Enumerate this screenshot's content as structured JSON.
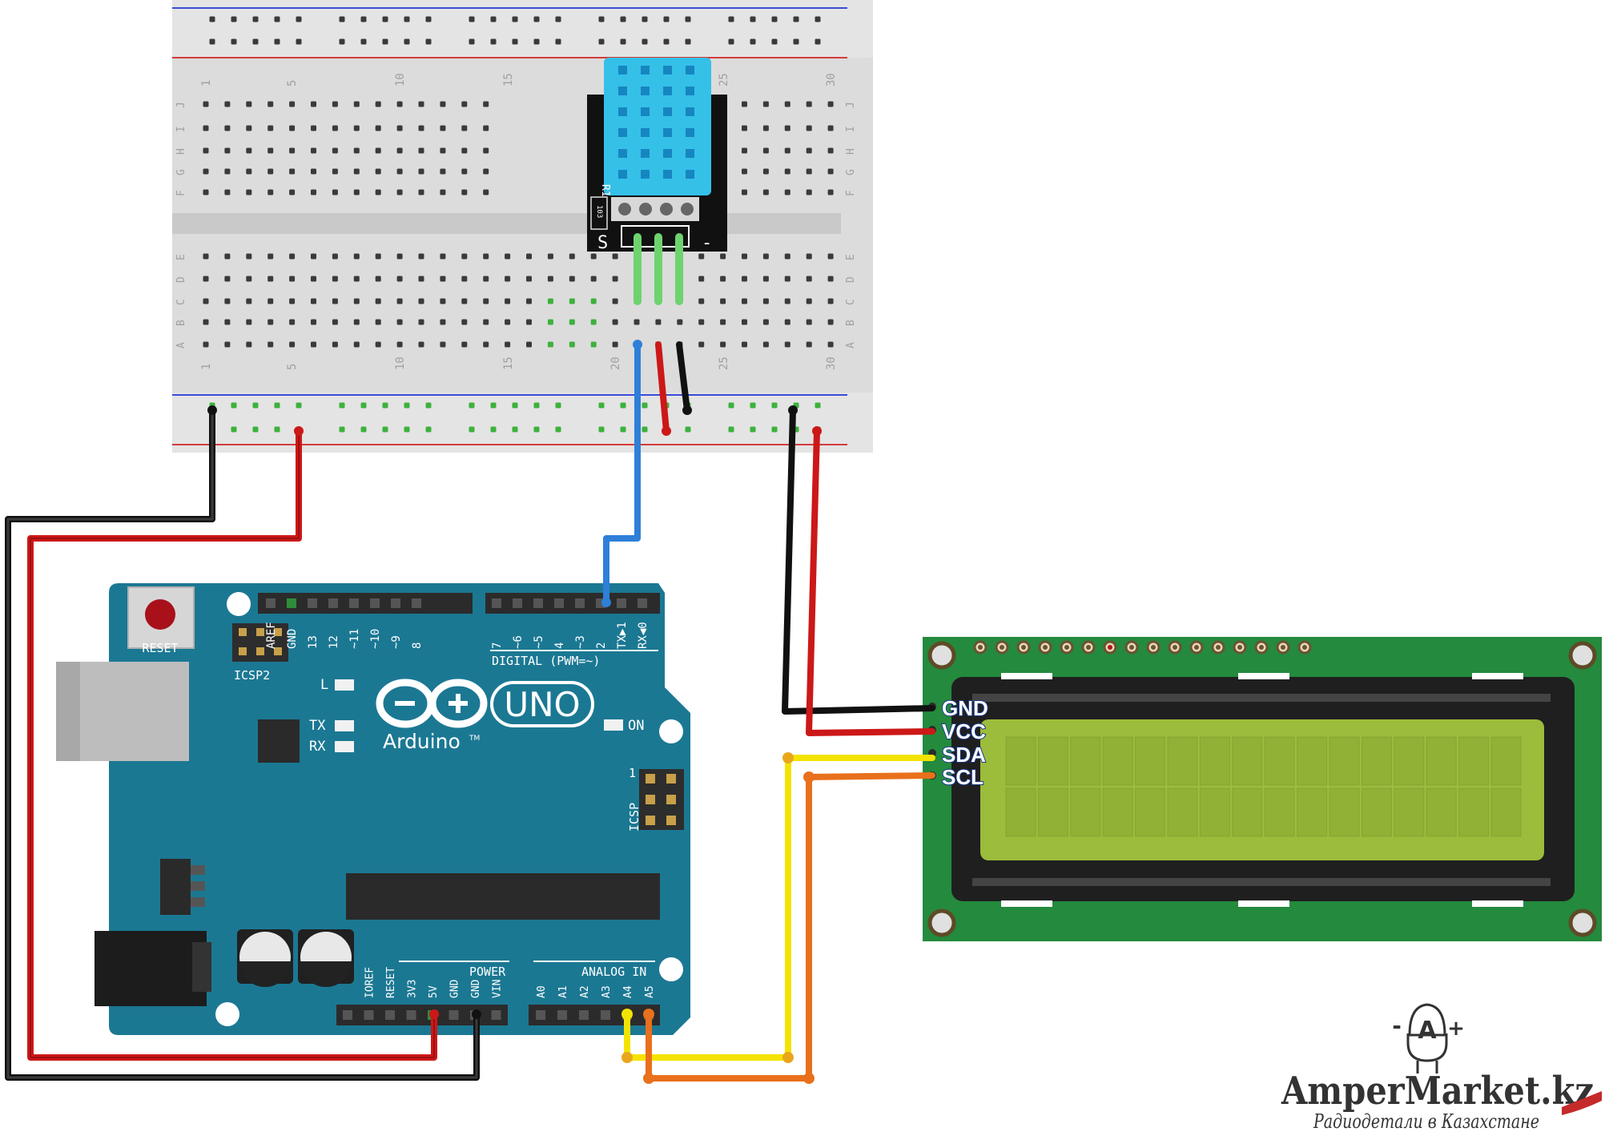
{
  "breadboard": {
    "column_numbers": [
      "1",
      "5",
      "10",
      "15",
      "20",
      "25",
      "30"
    ],
    "top_rows": [
      "J",
      "I",
      "H",
      "G",
      "F"
    ],
    "bottom_rows": [
      "E",
      "D",
      "C",
      "B",
      "A"
    ]
  },
  "sensor": {
    "resistor_label": "R1",
    "resistor_value": "103",
    "signal_label": "S",
    "minus_label": "-"
  },
  "arduino": {
    "reset_label": "RESET",
    "icsp2_label": "ICSP2",
    "icsp_label": "ICSP",
    "icsp_pin1": "1",
    "digital_label": "DIGITAL (PWM=~)",
    "digital_pins": [
      "AREF",
      "GND",
      "13",
      "12",
      "~11",
      "~10",
      "~9",
      "8",
      "7",
      "~6",
      "~5",
      "4",
      "~3",
      "2",
      "TX▶1",
      "RX◀0"
    ],
    "led_l": "L",
    "led_tx": "TX",
    "led_rx": "RX",
    "on_label": "ON",
    "logo_model": "UNO",
    "logo_brand": "Arduino",
    "logo_tm": "TM",
    "power_label": "POWER",
    "power_pins": [
      "IOREF",
      "RESET",
      "3V3",
      "5V",
      "GND",
      "GND",
      "VIN"
    ],
    "analog_label": "ANALOG IN",
    "analog_pins": [
      "A0",
      "A1",
      "A2",
      "A3",
      "A4",
      "A5"
    ]
  },
  "lcd": {
    "pins": [
      "GND",
      "VCC",
      "SDA",
      "SCL"
    ]
  },
  "brand": {
    "name": "AmperMarket.kz",
    "tagline": "Радиодетали в Казахстане",
    "logo_letter": "A",
    "logo_minus": "-",
    "logo_plus": "+"
  },
  "colors": {
    "board": "#1b7893",
    "lcd_pcb": "#248a3d",
    "lcd_screen": "#9cbc3c",
    "sensor": "#35c0e8",
    "wire_black": "#1a1a1a",
    "wire_red": "#cc1818",
    "wire_blue": "#2f7fd8",
    "wire_yellow": "#f4e300",
    "wire_orange": "#e9701c",
    "wire_green": "#6ed36e"
  }
}
